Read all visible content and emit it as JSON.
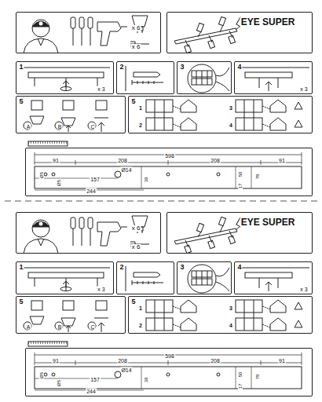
{
  "diagram": {
    "nodes": [
      {
        "text": [
          "x 6",
          "x 6"
        ]
      },
      {
        "text": [
          "EYE SUPER"
        ]
      },
      {
        "text": [
          "1",
          "x 3"
        ]
      },
      {
        "text": [
          "2"
        ]
      },
      {
        "text": [
          "3"
        ]
      },
      {
        "text": [
          "4",
          "x 3"
        ]
      },
      {
        "text": [
          "5",
          "A",
          "B",
          "C"
        ]
      },
      {
        "text": [
          "5",
          "1",
          "2",
          "3",
          "4"
        ]
      },
      {
        "text": [
          "598",
          "91",
          "208",
          "208",
          "91",
          "Ø5",
          "Ø5",
          "Ø14",
          "157",
          "39",
          "244",
          "50",
          "78",
          "17"
        ]
      },
      {
        "text": [
          "x 6",
          "x 6"
        ]
      },
      {
        "text": [
          "EYE SUPER"
        ]
      },
      {
        "text": [
          "1",
          "x 3"
        ]
      },
      {
        "text": [
          "2"
        ]
      },
      {
        "text": [
          "3"
        ]
      },
      {
        "text": [
          "4",
          "x 3"
        ]
      },
      {
        "text": [
          "5",
          "A",
          "B",
          "C"
        ]
      },
      {
        "text": [
          "5",
          "1",
          "2",
          "3",
          "4"
        ]
      },
      {
        "text": [
          "598",
          "91",
          "208",
          "208",
          "91",
          "Ø5",
          "Ø5",
          "Ø14",
          "157",
          "39",
          "244",
          "50",
          "78",
          "17"
        ]
      }
    ]
  }
}
